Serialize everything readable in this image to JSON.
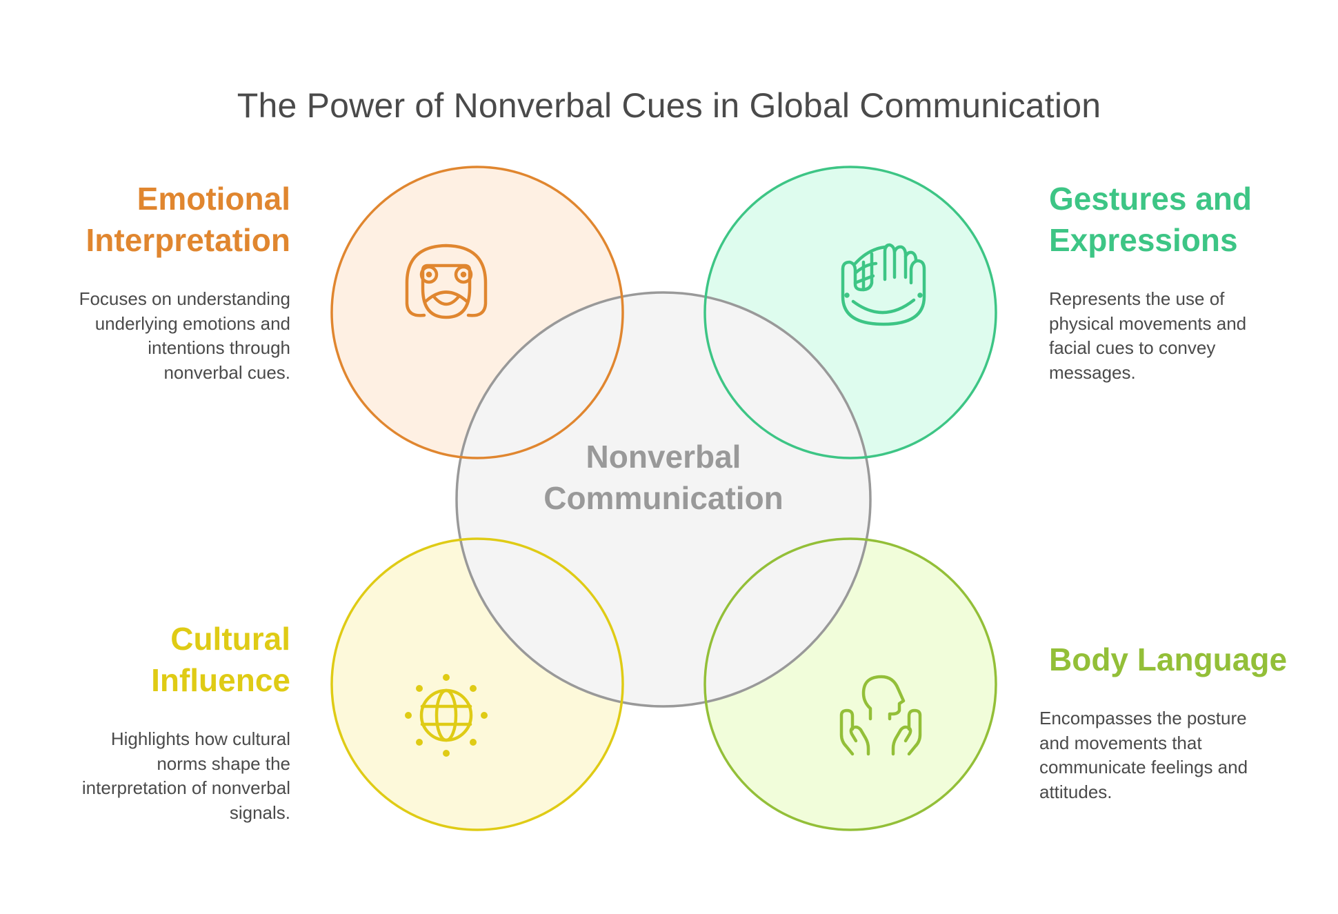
{
  "title": "The Power of Nonverbal Cues in Global Communication",
  "center": {
    "lines": [
      "Nonverbal",
      "Communication"
    ],
    "fill": "#f4f4f4",
    "stroke": "#999999"
  },
  "items": [
    {
      "id": "emotional-interpretation",
      "position": "top-left",
      "heading_lines": [
        "Emotional",
        "Interpretation"
      ],
      "desc_lines": [
        "Focuses on understanding",
        "underlying emotions and",
        "intentions through",
        "nonverbal cues."
      ],
      "color": "#e0862f",
      "fill": "#fef0e3",
      "icon": "face-icon"
    },
    {
      "id": "gestures-and-expressions",
      "position": "top-right",
      "heading_lines": [
        "Gestures and",
        "Expressions"
      ],
      "desc_lines": [
        "Represents the use of",
        "physical movements and",
        "facial cues to convey",
        "messages."
      ],
      "color": "#3dc585",
      "fill": "#defcee",
      "icon": "hand-gesture-icon"
    },
    {
      "id": "cultural-influence",
      "position": "bottom-left",
      "heading_lines": [
        "Cultural",
        "Influence"
      ],
      "desc_lines": [
        "Highlights how cultural",
        "norms shape the",
        "interpretation of nonverbal",
        "signals."
      ],
      "color": "#dfcb15",
      "fill": "#fdf9da",
      "icon": "globe-icon"
    },
    {
      "id": "body-language",
      "position": "bottom-right",
      "heading_lines": [
        "Body Language"
      ],
      "desc_lines": [
        "Encompasses the posture",
        "and movements that",
        "communicate feelings and",
        "attitudes."
      ],
      "color": "#93bf38",
      "fill": "#f1fdda",
      "icon": "person-hands-icon"
    }
  ]
}
